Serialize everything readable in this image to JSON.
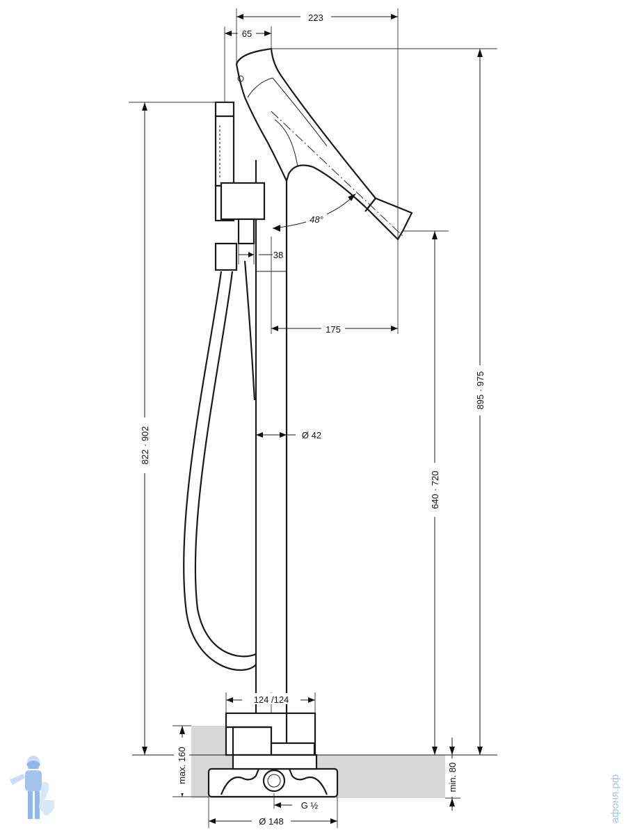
{
  "dimensions": {
    "width_overall": "223",
    "handshower_offset": "65",
    "height_handshower": "822 · 902",
    "height_overall": "895 · 975",
    "spout_angle": "48°",
    "spout_connector": "38",
    "spout_reach": "175",
    "pipe_diameter": "Ø 42",
    "spout_outlet_height": "640 · 720",
    "base_width": "124  /124",
    "install_depth": "max. 160",
    "floor_min": "min. 80",
    "base_diameter": "Ø 148",
    "thread": "G ½"
  },
  "watermark": {
    "site_text": "афоня.рф",
    "logo_icon": "plumber-mascot-icon"
  },
  "colors": {
    "line": "#1a1a1a",
    "floor_fill": "#d8d8d8",
    "watermark": "#3a7bd5"
  }
}
